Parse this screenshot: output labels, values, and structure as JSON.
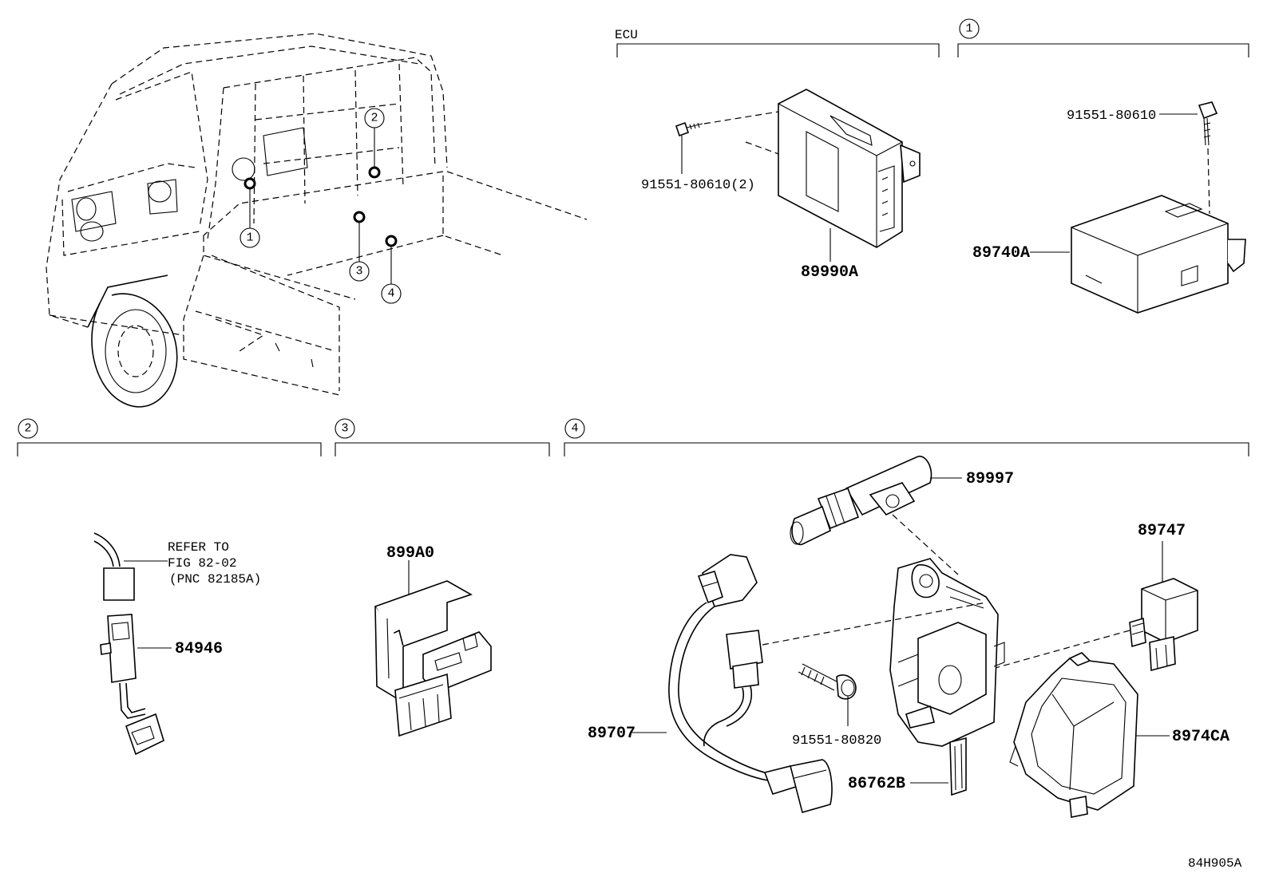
{
  "sections": {
    "ecu": {
      "title": "ECU"
    },
    "s1": {
      "marker": "1"
    },
    "s2": {
      "marker": "2"
    },
    "s3": {
      "marker": "3"
    },
    "s4": {
      "marker": "4"
    }
  },
  "truck": {
    "callouts": [
      "1",
      "2",
      "3",
      "4"
    ]
  },
  "parts": {
    "p_91551_80610_2": "91551-80610(2)",
    "p_89990A": "89990A",
    "p_91551_80610": "91551-80610",
    "p_89740A": "89740A",
    "p_84946": "84946",
    "p_899A0": "899A0",
    "p_89997": "89997",
    "p_89747": "89747",
    "p_89707": "89707",
    "p_91551_80820": "91551-80820",
    "p_86762B": "86762B",
    "p_8974CA": "8974CA"
  },
  "refer": {
    "line1": "REFER TO",
    "line2": "FIG 82-02",
    "line3": "(PNC 82185A)"
  },
  "figure_code": "84H905A"
}
